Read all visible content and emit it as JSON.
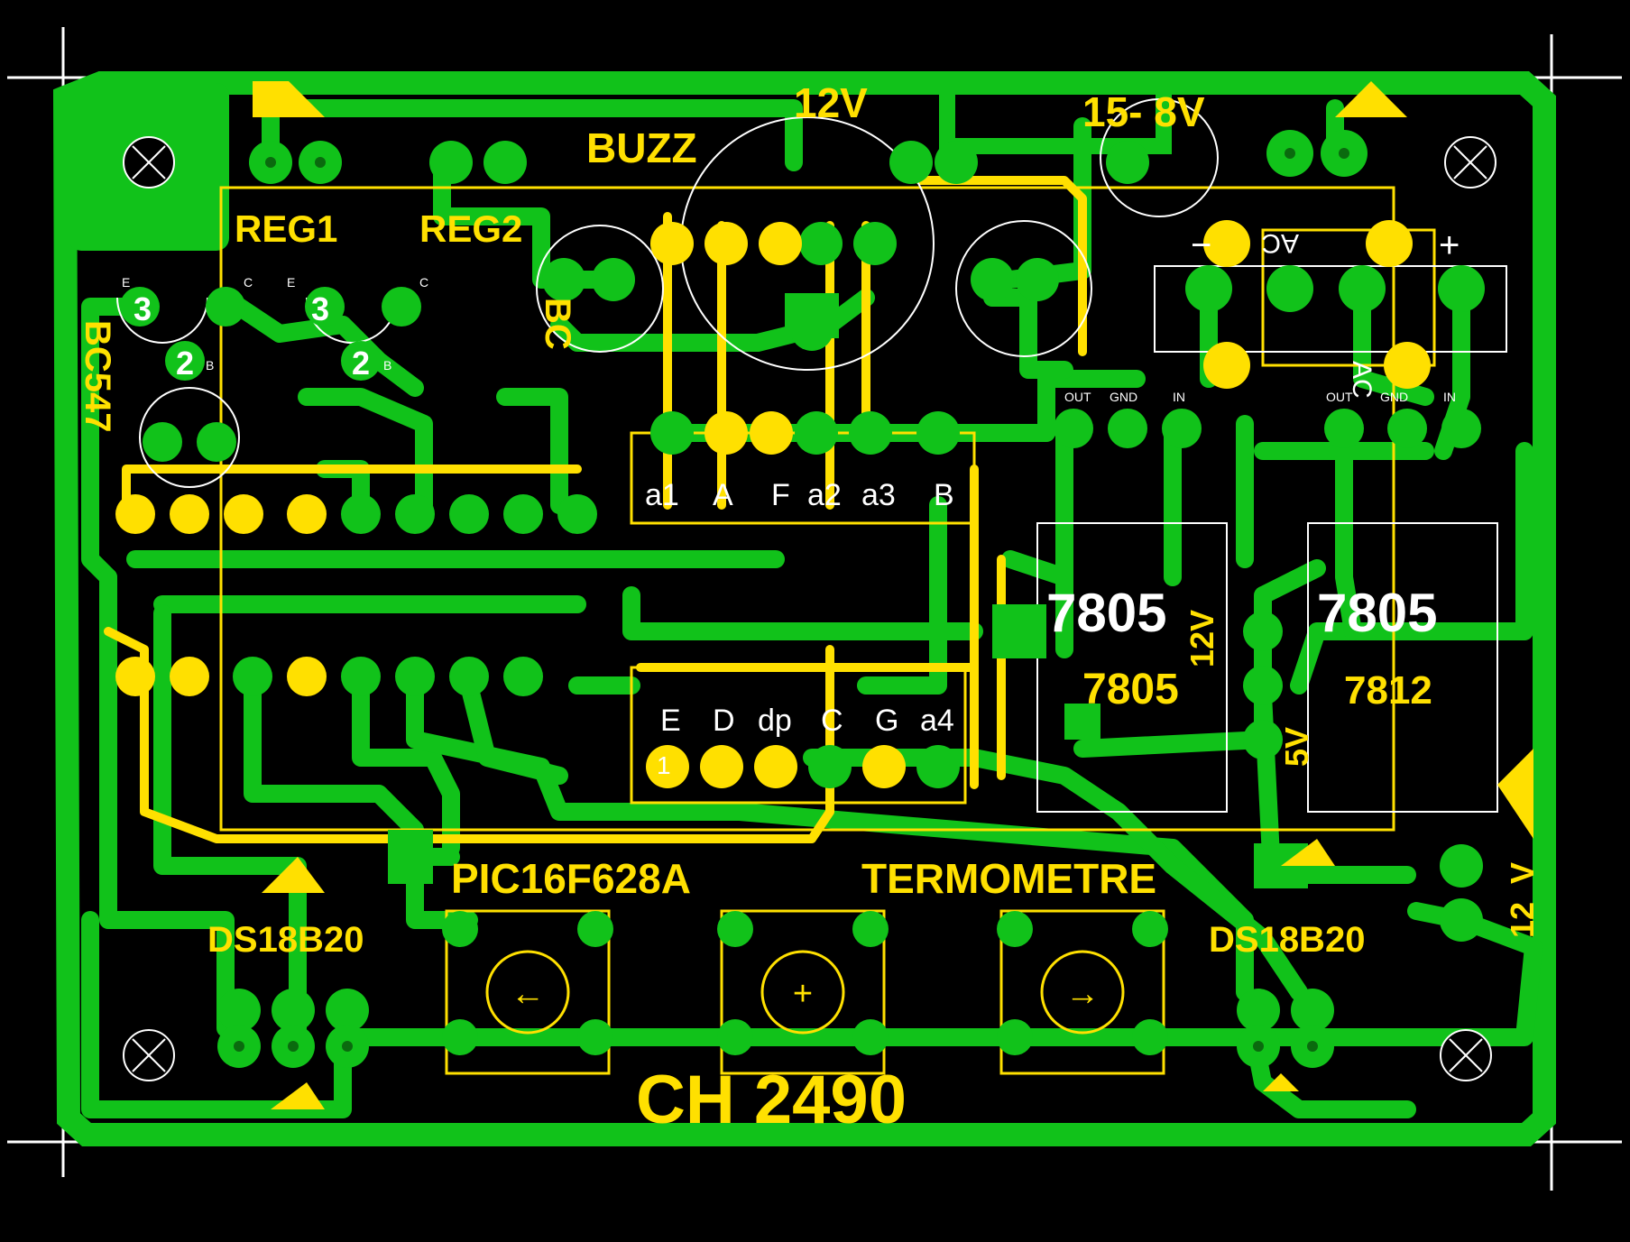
{
  "board": {
    "name": "CH 2490",
    "colors": {
      "background": "#000000",
      "copper": "#11c21a",
      "silkscreen": "#ffe000",
      "outline": "#ffffff"
    }
  },
  "labels": {
    "buzzer": "BUZZ",
    "supply_12v": "12V",
    "supply_input": "15- 8V",
    "reg1": "REG1",
    "reg2": "REG2",
    "bc": "BC",
    "bc547": "BC547",
    "mcu": "PIC16F628A",
    "title": "TERMOMETRE",
    "sensor_left": "DS18B20",
    "sensor_right": "DS18B20",
    "reg_label_1": "7805",
    "reg_label_1_sub": "7805",
    "reg_label_2": "7805",
    "reg_label_2_sub": "7812",
    "v12": "12V",
    "v5": "5V",
    "v_right": "V",
    "v_right_2": "12",
    "minus": "−",
    "plus": "+",
    "ac": "AC",
    "transistor_e": "E",
    "transistor_b": "B",
    "transistor_c": "C",
    "out": "OUT",
    "gnd": "GND",
    "in": "IN",
    "pin_3": "3",
    "pin_2": "2",
    "pin_1": "1"
  },
  "display_pins_top": [
    "a1",
    "A",
    "F",
    "a2",
    "a3",
    "B"
  ],
  "display_pins_bottom": [
    "E",
    "D",
    "dp",
    "C",
    "G",
    "a4"
  ],
  "buttons": [
    {
      "symbol": "←"
    },
    {
      "symbol": "+"
    },
    {
      "symbol": "→"
    }
  ],
  "icons": [
    "mounting-hole-icon",
    "arrow-left-icon",
    "plus-icon",
    "arrow-right-icon",
    "electrolytic-capacitor-icon"
  ]
}
